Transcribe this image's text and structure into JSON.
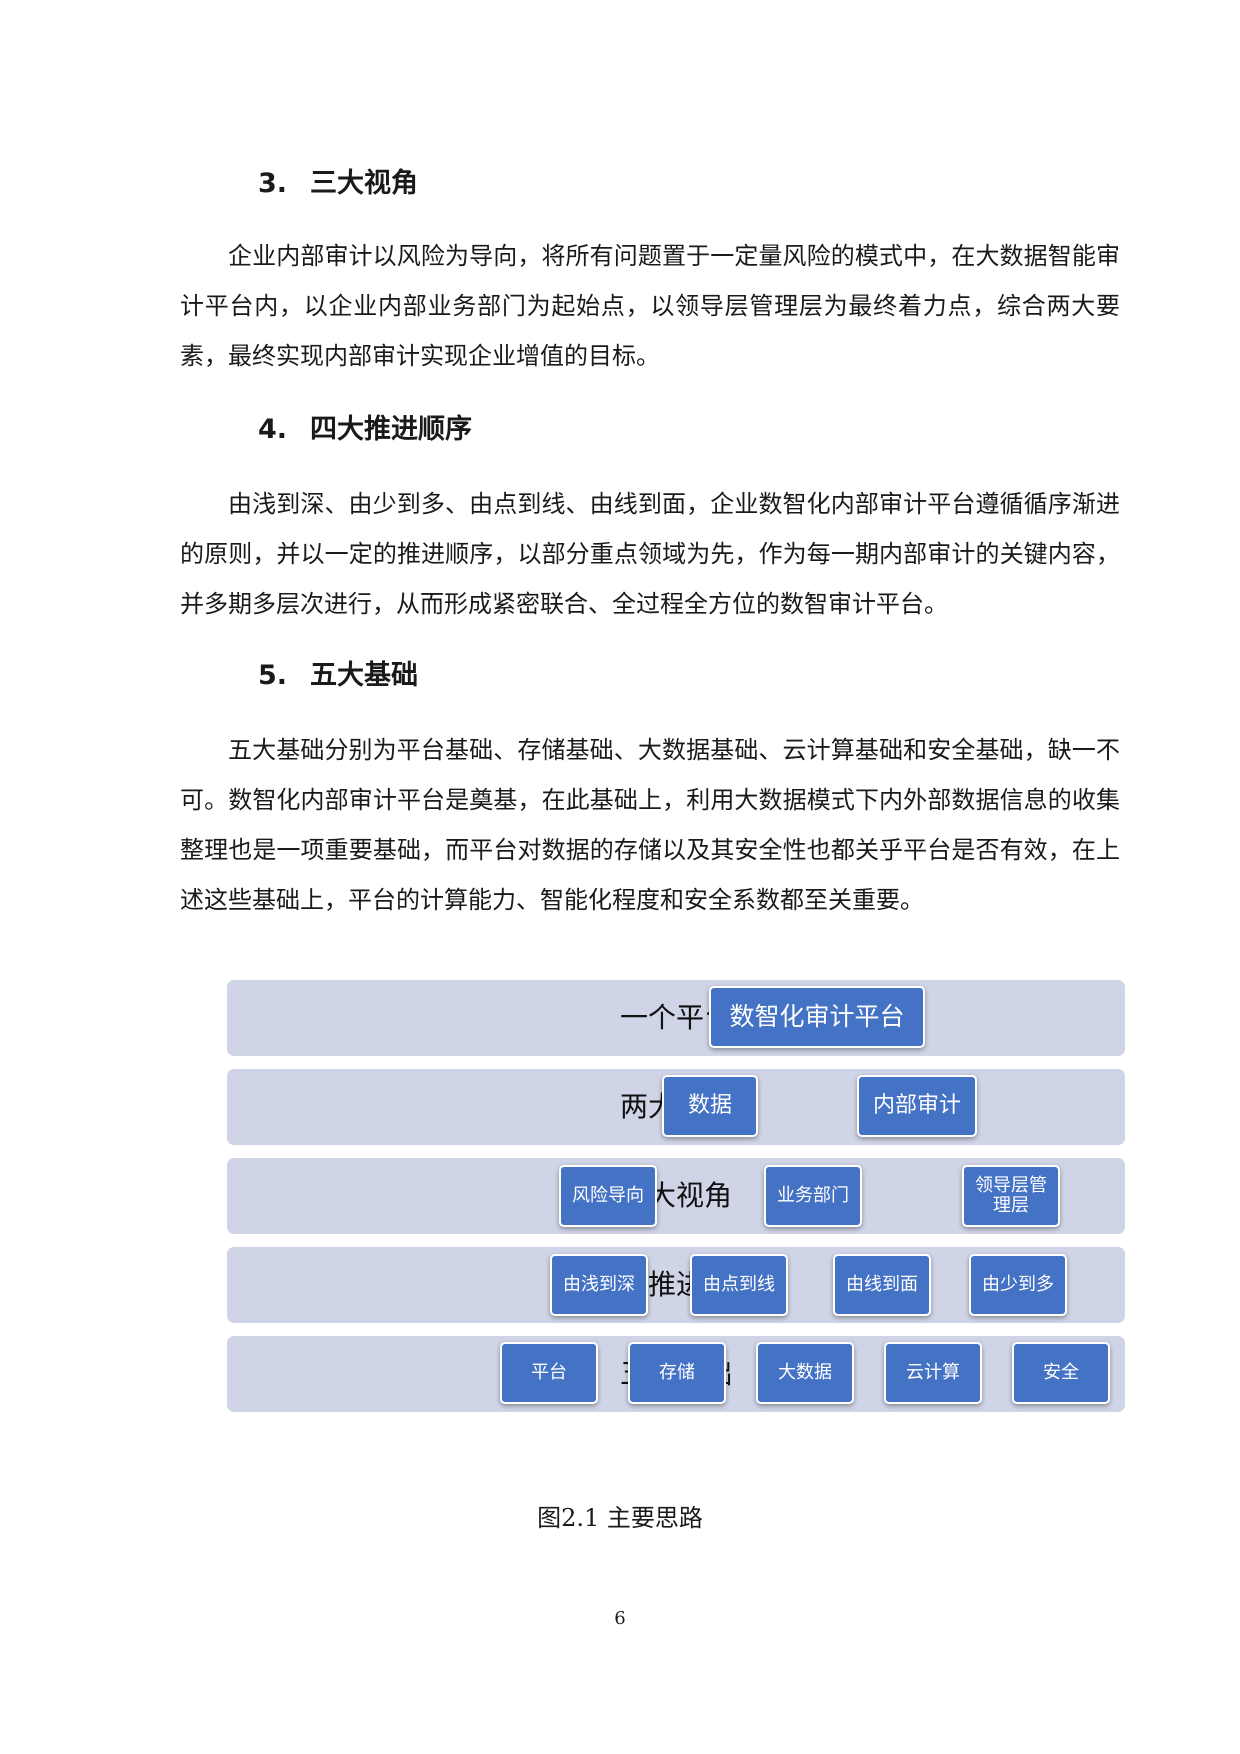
{
  "sections": [
    {
      "number": "3.",
      "title": "三大视角",
      "paragraph": "企业内部审计以风险为导向，将所有问题置于一定量风险的模式中，在大数据智能审计平台内，以企业内部业务部门为起始点，以领导层管理层为最终着力点，综合两大要素，最终实现内部审计实现企业增值的目标。"
    },
    {
      "number": "4.",
      "title": "四大推进顺序",
      "paragraph": "由浅到深、由少到多、由点到线、由线到面，企业数智化内部审计平台遵循循序渐进的原则，并以一定的推进顺序，以部分重点领域为先，作为每一期内部审计的关键内容，并多期多层次进行，从而形成紧密联合、全过程全方位的数智审计平台。"
    },
    {
      "number": "5.",
      "title": "五大基础",
      "paragraph": "五大基础分别为平台基础、存储基础、大数据基础、云计算基础和安全基础，缺一不可。数智化内部审计平台是奠基，在此基础上，利用大数据模式下内外部数据信息的收集整理也是一项重要基础，而平台对数据的存储以及其安全性也都关乎平台是否有效，在上述这些基础上，平台的计算能力、智能化程度和安全系数都至关重要。"
    }
  ],
  "diagram": {
    "colors": {
      "band": "#cfd4e6",
      "node": "#4472c4",
      "node_text": "#ffffff"
    },
    "rows": [
      {
        "label": "一个平台",
        "nodes": [
          "数智化审计平台"
        ]
      },
      {
        "label": "两大要素",
        "nodes": [
          "数据",
          "内部审计"
        ]
      },
      {
        "label": "三大视角",
        "nodes": [
          "风险导向",
          "业务部门",
          "领导层管理层"
        ]
      },
      {
        "label": "四大推进顺序",
        "nodes": [
          "由浅到深",
          "由点到线",
          "由线到面",
          "由少到多"
        ]
      },
      {
        "label": "五大基础",
        "nodes": [
          "平台",
          "存储",
          "大数据",
          "云计算",
          "安全"
        ]
      }
    ]
  },
  "caption": "图2.1 主要思路",
  "page_number": "6"
}
